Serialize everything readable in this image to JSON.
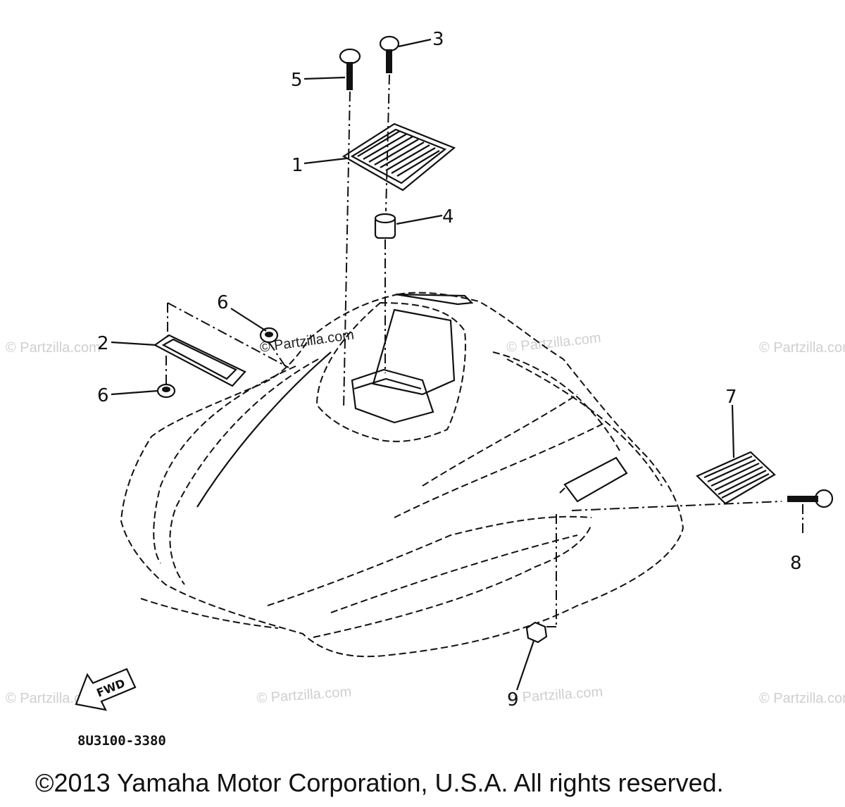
{
  "diagram": {
    "callouts": {
      "c1": "1",
      "c2": "2",
      "c3": "3",
      "c4": "4",
      "c5": "5",
      "c6a": "6",
      "c6b": "6",
      "c7": "7",
      "c8": "8",
      "c9": "9"
    },
    "fwd_label": "FWD",
    "drawing_code": "8U3100-3380",
    "copyright": "©2013 Yamaha Motor Corporation, U.S.A. All rights reserved.",
    "watermark": "© Partzilla.com"
  }
}
